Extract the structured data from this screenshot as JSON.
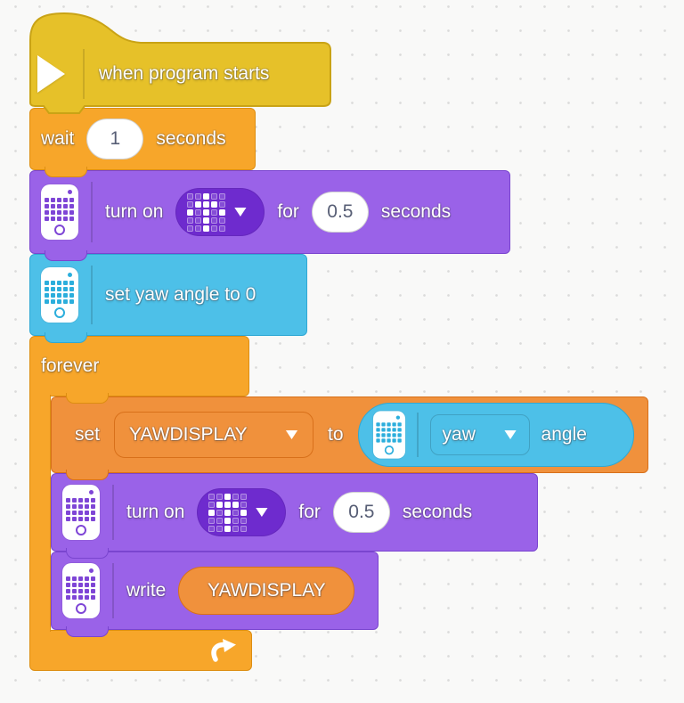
{
  "palette": {
    "c-gold": "#E6C129",
    "c-gold-bd": "#C9A315",
    "c-amber": "#F7A62A",
    "c-amber-bd": "#DD8E12",
    "c-purple": "#9A62E8",
    "c-purple-bd": "#7A45CF",
    "c-purple-deep": "#6E2BCE",
    "c-cyan": "#4DC0E8",
    "c-cyan-bd": "#2FA8D4",
    "c-orange": "#F0913C",
    "c-orange-bd": "#D8701A"
  },
  "blocks": {
    "hat": {
      "label": "when program starts"
    },
    "wait": {
      "word": "wait",
      "value": "1",
      "unit": "seconds"
    },
    "turn_on_1": {
      "verb": "turn on",
      "for_word": "for",
      "value": "0.5",
      "unit": "seconds"
    },
    "set_yaw": {
      "label": "set yaw angle to 0"
    },
    "forever": {
      "label": "forever"
    },
    "set_var": {
      "set_word": "set",
      "variable": "YAWDISPLAY",
      "to_word": "to",
      "reporter": {
        "option": "yaw",
        "suffix": "angle"
      }
    },
    "turn_on_2": {
      "verb": "turn on",
      "for_word": "for",
      "value": "0.5",
      "unit": "seconds"
    },
    "write": {
      "verb": "write",
      "variable": "YAWDISPLAY"
    }
  },
  "matrix": {
    "name": "up-arrow",
    "pattern": [
      [
        0,
        0,
        1,
        0,
        0
      ],
      [
        0,
        1,
        1,
        1,
        0
      ],
      [
        1,
        0,
        1,
        0,
        1
      ],
      [
        0,
        0,
        1,
        0,
        0
      ],
      [
        0,
        0,
        1,
        0,
        0
      ]
    ]
  }
}
